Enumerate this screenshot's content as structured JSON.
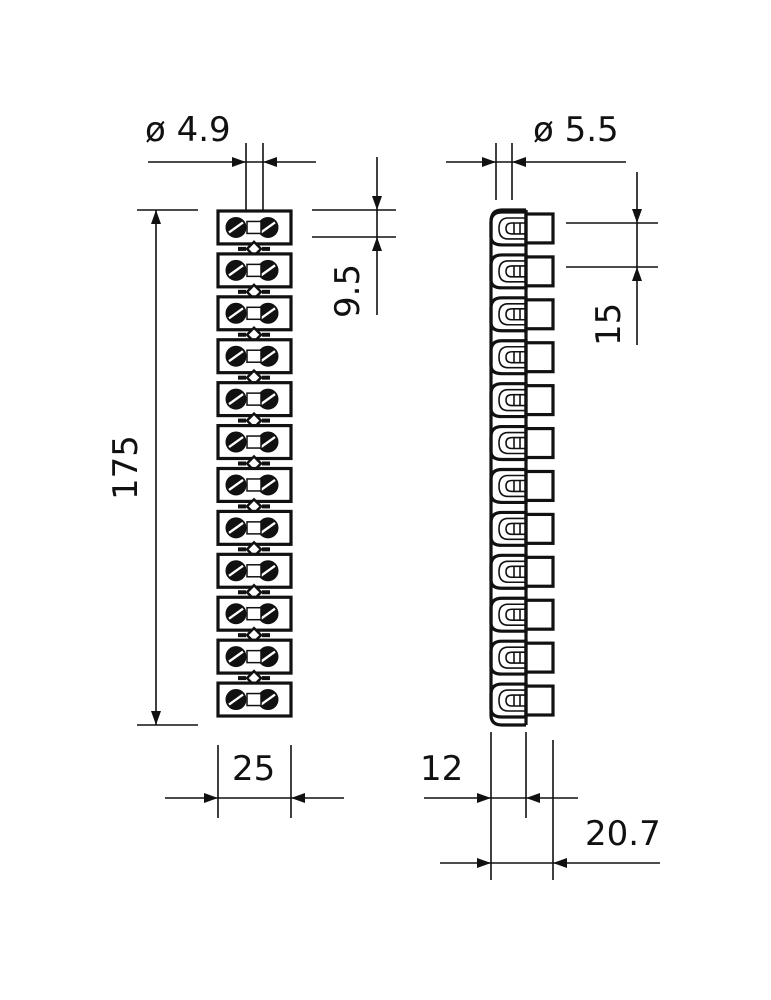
{
  "dimensions": {
    "hole_diameter_front": "ø 4.9",
    "hole_diameter_side": "ø 5.5",
    "pitch": "9.5",
    "total_length": "175",
    "front_width": "25",
    "side_pitch": "15",
    "side_depth_inner": "12",
    "side_depth_outer": "20.7"
  },
  "terminal_count": 12,
  "colors": {
    "line": "#111111",
    "background": "#ffffff"
  }
}
